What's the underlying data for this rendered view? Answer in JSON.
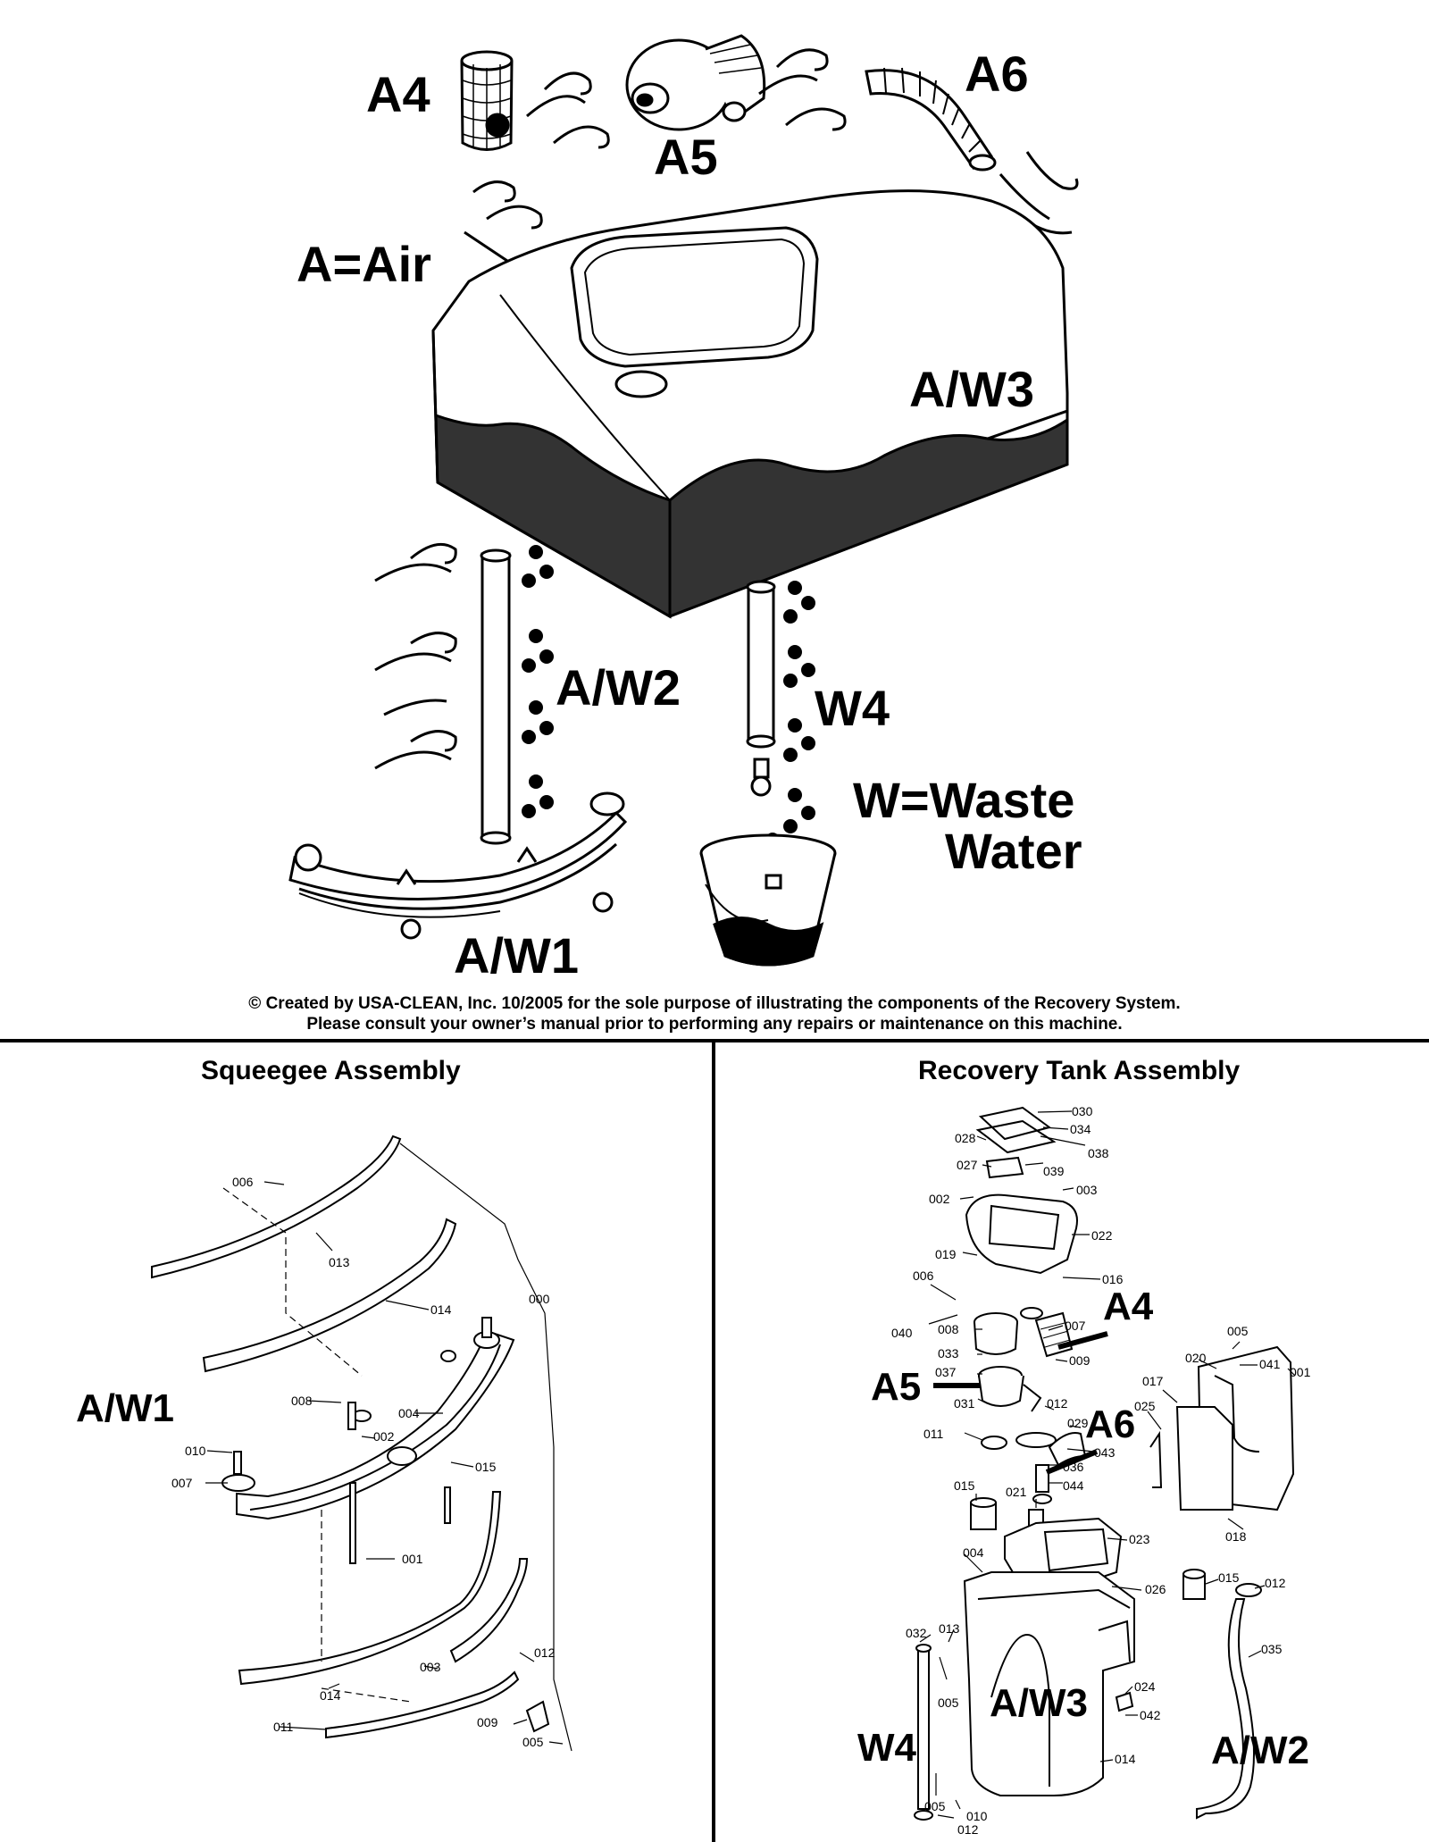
{
  "top": {
    "labels": {
      "a4": "A4",
      "a5": "A5",
      "a6": "A6",
      "air": "A=Air",
      "aw3": "A/W3",
      "aw2": "A/W2",
      "w4": "W4",
      "waste1": "W=Waste",
      "waste2": "Water",
      "aw1": "A/W1"
    },
    "copyright_line1": "© Created by USA-CLEAN, Inc. 10/2005 for the sole purpose of illustrating the components of the Recovery System.",
    "copyright_line2": "Please consult your owner’s manual prior to performing any repairs or maintenance on this machine."
  },
  "squeegee": {
    "title": "Squeegee Assembly",
    "callout": "A/W1",
    "parts": [
      "006",
      "013",
      "014",
      "000",
      "008",
      "004",
      "002",
      "015",
      "010",
      "007",
      "001",
      "012",
      "014",
      "003",
      "011",
      "009",
      "005"
    ]
  },
  "recovery": {
    "title": "Recovery Tank Assembly",
    "callouts": {
      "a4": "A4",
      "a5": "A5",
      "a6": "A6",
      "aw3": "A/W3",
      "w4": "W4",
      "aw2": "A/W2"
    },
    "parts": [
      "030",
      "034",
      "028",
      "038",
      "027",
      "039",
      "002",
      "003",
      "022",
      "019",
      "006",
      "016",
      "040",
      "008",
      "007",
      "033",
      "009",
      "005",
      "037",
      "041",
      "020",
      "001",
      "017",
      "031",
      "012",
      "025",
      "011",
      "029",
      "043",
      "036",
      "015",
      "021",
      "044",
      "023",
      "018",
      "004",
      "026",
      "015",
      "012",
      "032",
      "013",
      "035",
      "005",
      "024",
      "042",
      "014",
      "005",
      "010",
      "012"
    ]
  }
}
